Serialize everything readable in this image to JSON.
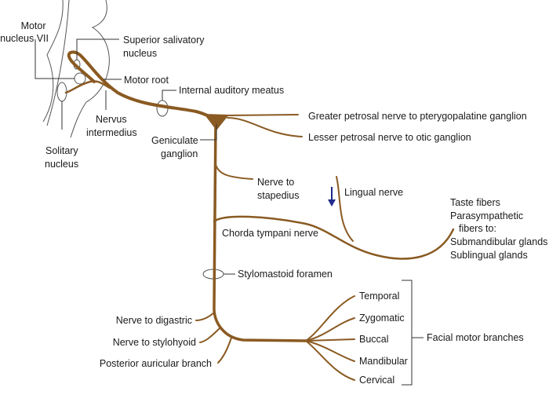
{
  "colors": {
    "nerve": "#8a5a22",
    "arrow": "#1f2a8a",
    "outline": "#555555"
  },
  "labels": {
    "motor_nucleus": [
      "Motor",
      "nucleus VII"
    ],
    "superior_salivatory": [
      "Superior salivatory",
      "nucleus"
    ],
    "motor_root": "Motor root",
    "internal_auditory": "Internal auditory meatus",
    "nervus_intermedius": [
      "Nervus",
      "intermedius"
    ],
    "solitary": [
      "Solitary",
      "nucleus"
    ],
    "geniculate": [
      "Geniculate",
      "ganglion"
    ],
    "greater_petrosal": "Greater petrosal nerve to pterygopalatine ganglion",
    "lesser_petrosal": "Lesser petrosal nerve to otic ganglion",
    "stapedius": [
      "Nerve to",
      "stapedius"
    ],
    "lingual": "Lingual nerve",
    "chorda": "Chorda tympani nerve",
    "taste": [
      "Taste fibers",
      "Parasympathetic",
      "fibers to:",
      "Submandibular glands",
      "Sublingual glands"
    ],
    "stylomastoid": "Stylomastoid foramen",
    "digastric": "Nerve to digastric",
    "stylohyoid": "Nerve to stylohyoid",
    "posterior_auricular": "Posterior auricular branch",
    "branches": [
      "Temporal",
      "Zygomatic",
      "Buccal",
      "Mandibular",
      "Cervical"
    ],
    "facial_motor": "Facial motor branches"
  }
}
